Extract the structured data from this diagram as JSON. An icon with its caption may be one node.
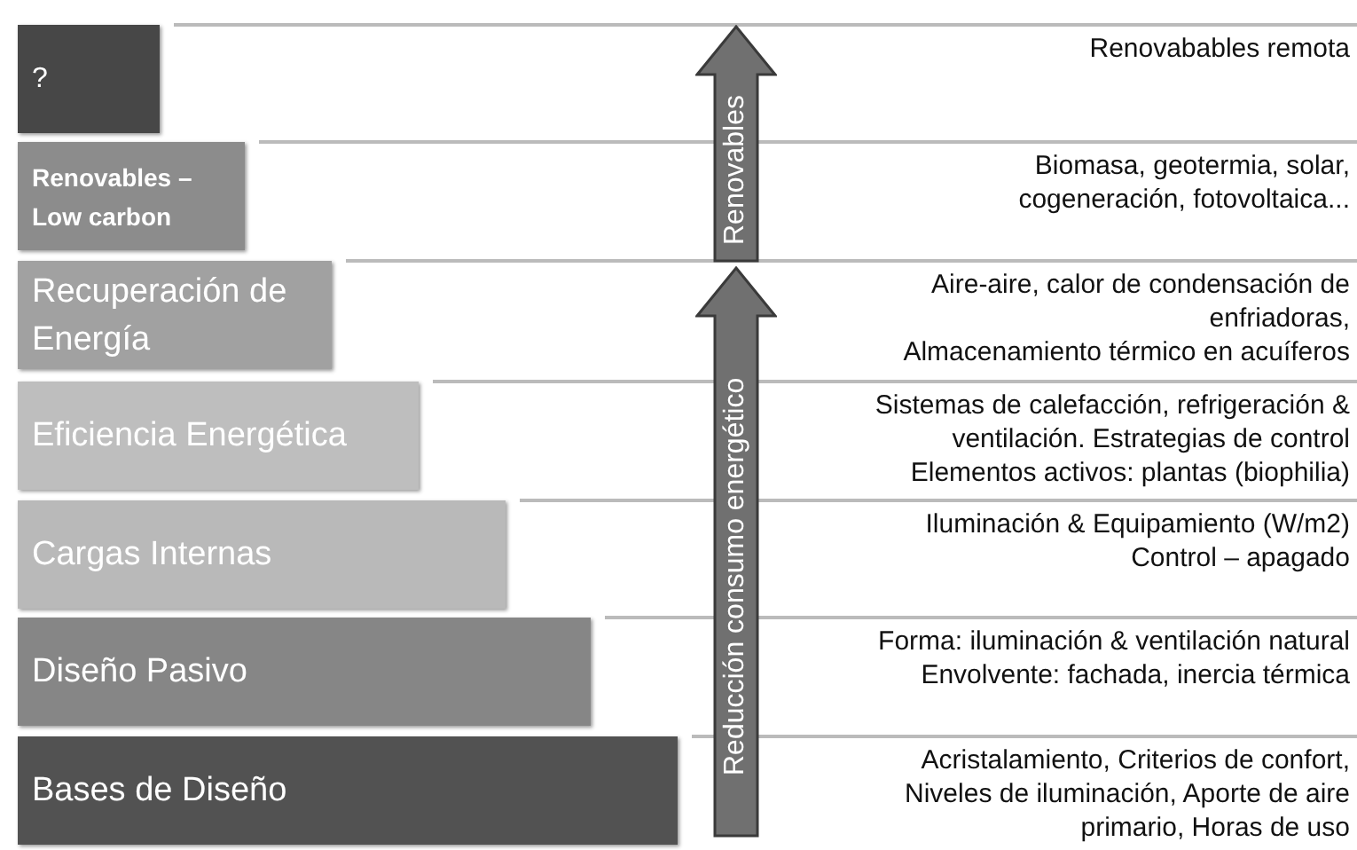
{
  "diagram": {
    "nodes": [
      {
        "text": [
          "?"
        ]
      },
      {
        "text": [
          "Renovables – Low carbon"
        ]
      },
      {
        "text": [
          "Recuperación de Energía"
        ]
      },
      {
        "text": [
          "Eficiencia Energética"
        ]
      },
      {
        "text": [
          "Cargas Internas"
        ]
      },
      {
        "text": [
          "Diseño Pasivo"
        ]
      },
      {
        "text": [
          "Bases de Diseño"
        ]
      }
    ],
    "edges": [],
    "labels": [
      "Renovabables remota",
      "Biomasa, geotermia, solar, cogeneración, fotovoltaica...",
      "Aire-aire, calor de condensación de enfriadoras,",
      "Almacenamiento térmico en acuíferos",
      "Sistemas de calefacción, refrigeración & ventilación. Estrategias de control",
      "Elementos activos: plantas (biophilia)",
      "Iluminación & Equipamiento (W/m2)",
      "Control – apagado",
      "Forma: iluminación & ventilación natural",
      "Envolvente: fachada, inercia térmica",
      "Acristalamiento, Criterios de confort, Niveles de iluminación, Aporte de aire primario, Horas de uso",
      "Renovables",
      "Reducción consumo energético"
    ]
  }
}
